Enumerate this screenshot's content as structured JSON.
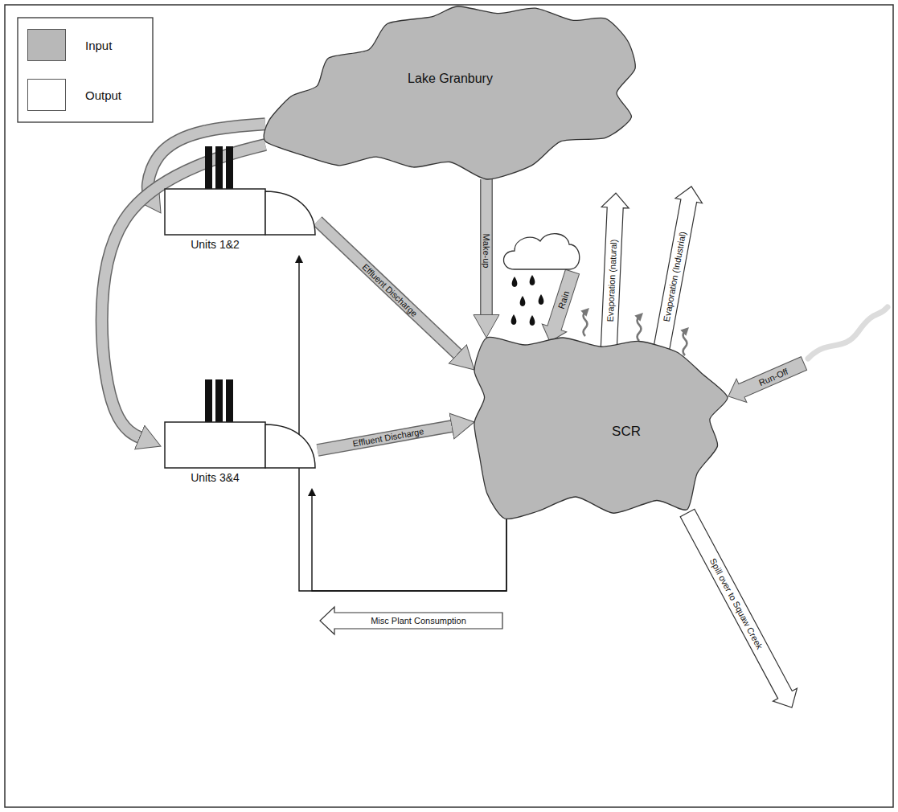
{
  "diagram": {
    "nodes": [
      {
        "text": [
          "Lake Granbury"
        ]
      },
      {
        "text": [
          "Units 1&2"
        ]
      },
      {
        "text": [
          "SCR"
        ]
      },
      {
        "text": [
          "Units 3&4"
        ]
      }
    ],
    "edges": [
      {
        "from": 0,
        "to": 1,
        "arrow": "to"
      },
      {
        "from": 0,
        "to": 3,
        "arrow": "to"
      },
      {
        "from": 0,
        "to": 2,
        "label": "Make-up",
        "arrow": "to"
      },
      {
        "from": 1,
        "to": 2,
        "label": "Effluent Discharge",
        "arrow": "to"
      },
      {
        "from": 3,
        "to": 2,
        "label": "Effluent Discharge",
        "arrow": "to"
      },
      {
        "from": 2,
        "to": 1,
        "arrow": "to"
      },
      {
        "from": 2,
        "to": 3,
        "arrow": "to"
      }
    ],
    "labels": [
      "Rain",
      "Evaporation (natural)",
      "Evaporation (Industrial)",
      "Run-Off",
      "Spill over to Squaw Creek",
      "Misc Plant Consumption"
    ],
    "legend": [
      {
        "text": "Input",
        "color": "#b8b8b8"
      },
      {
        "text": "Output",
        "color": "#ffffff"
      }
    ]
  }
}
